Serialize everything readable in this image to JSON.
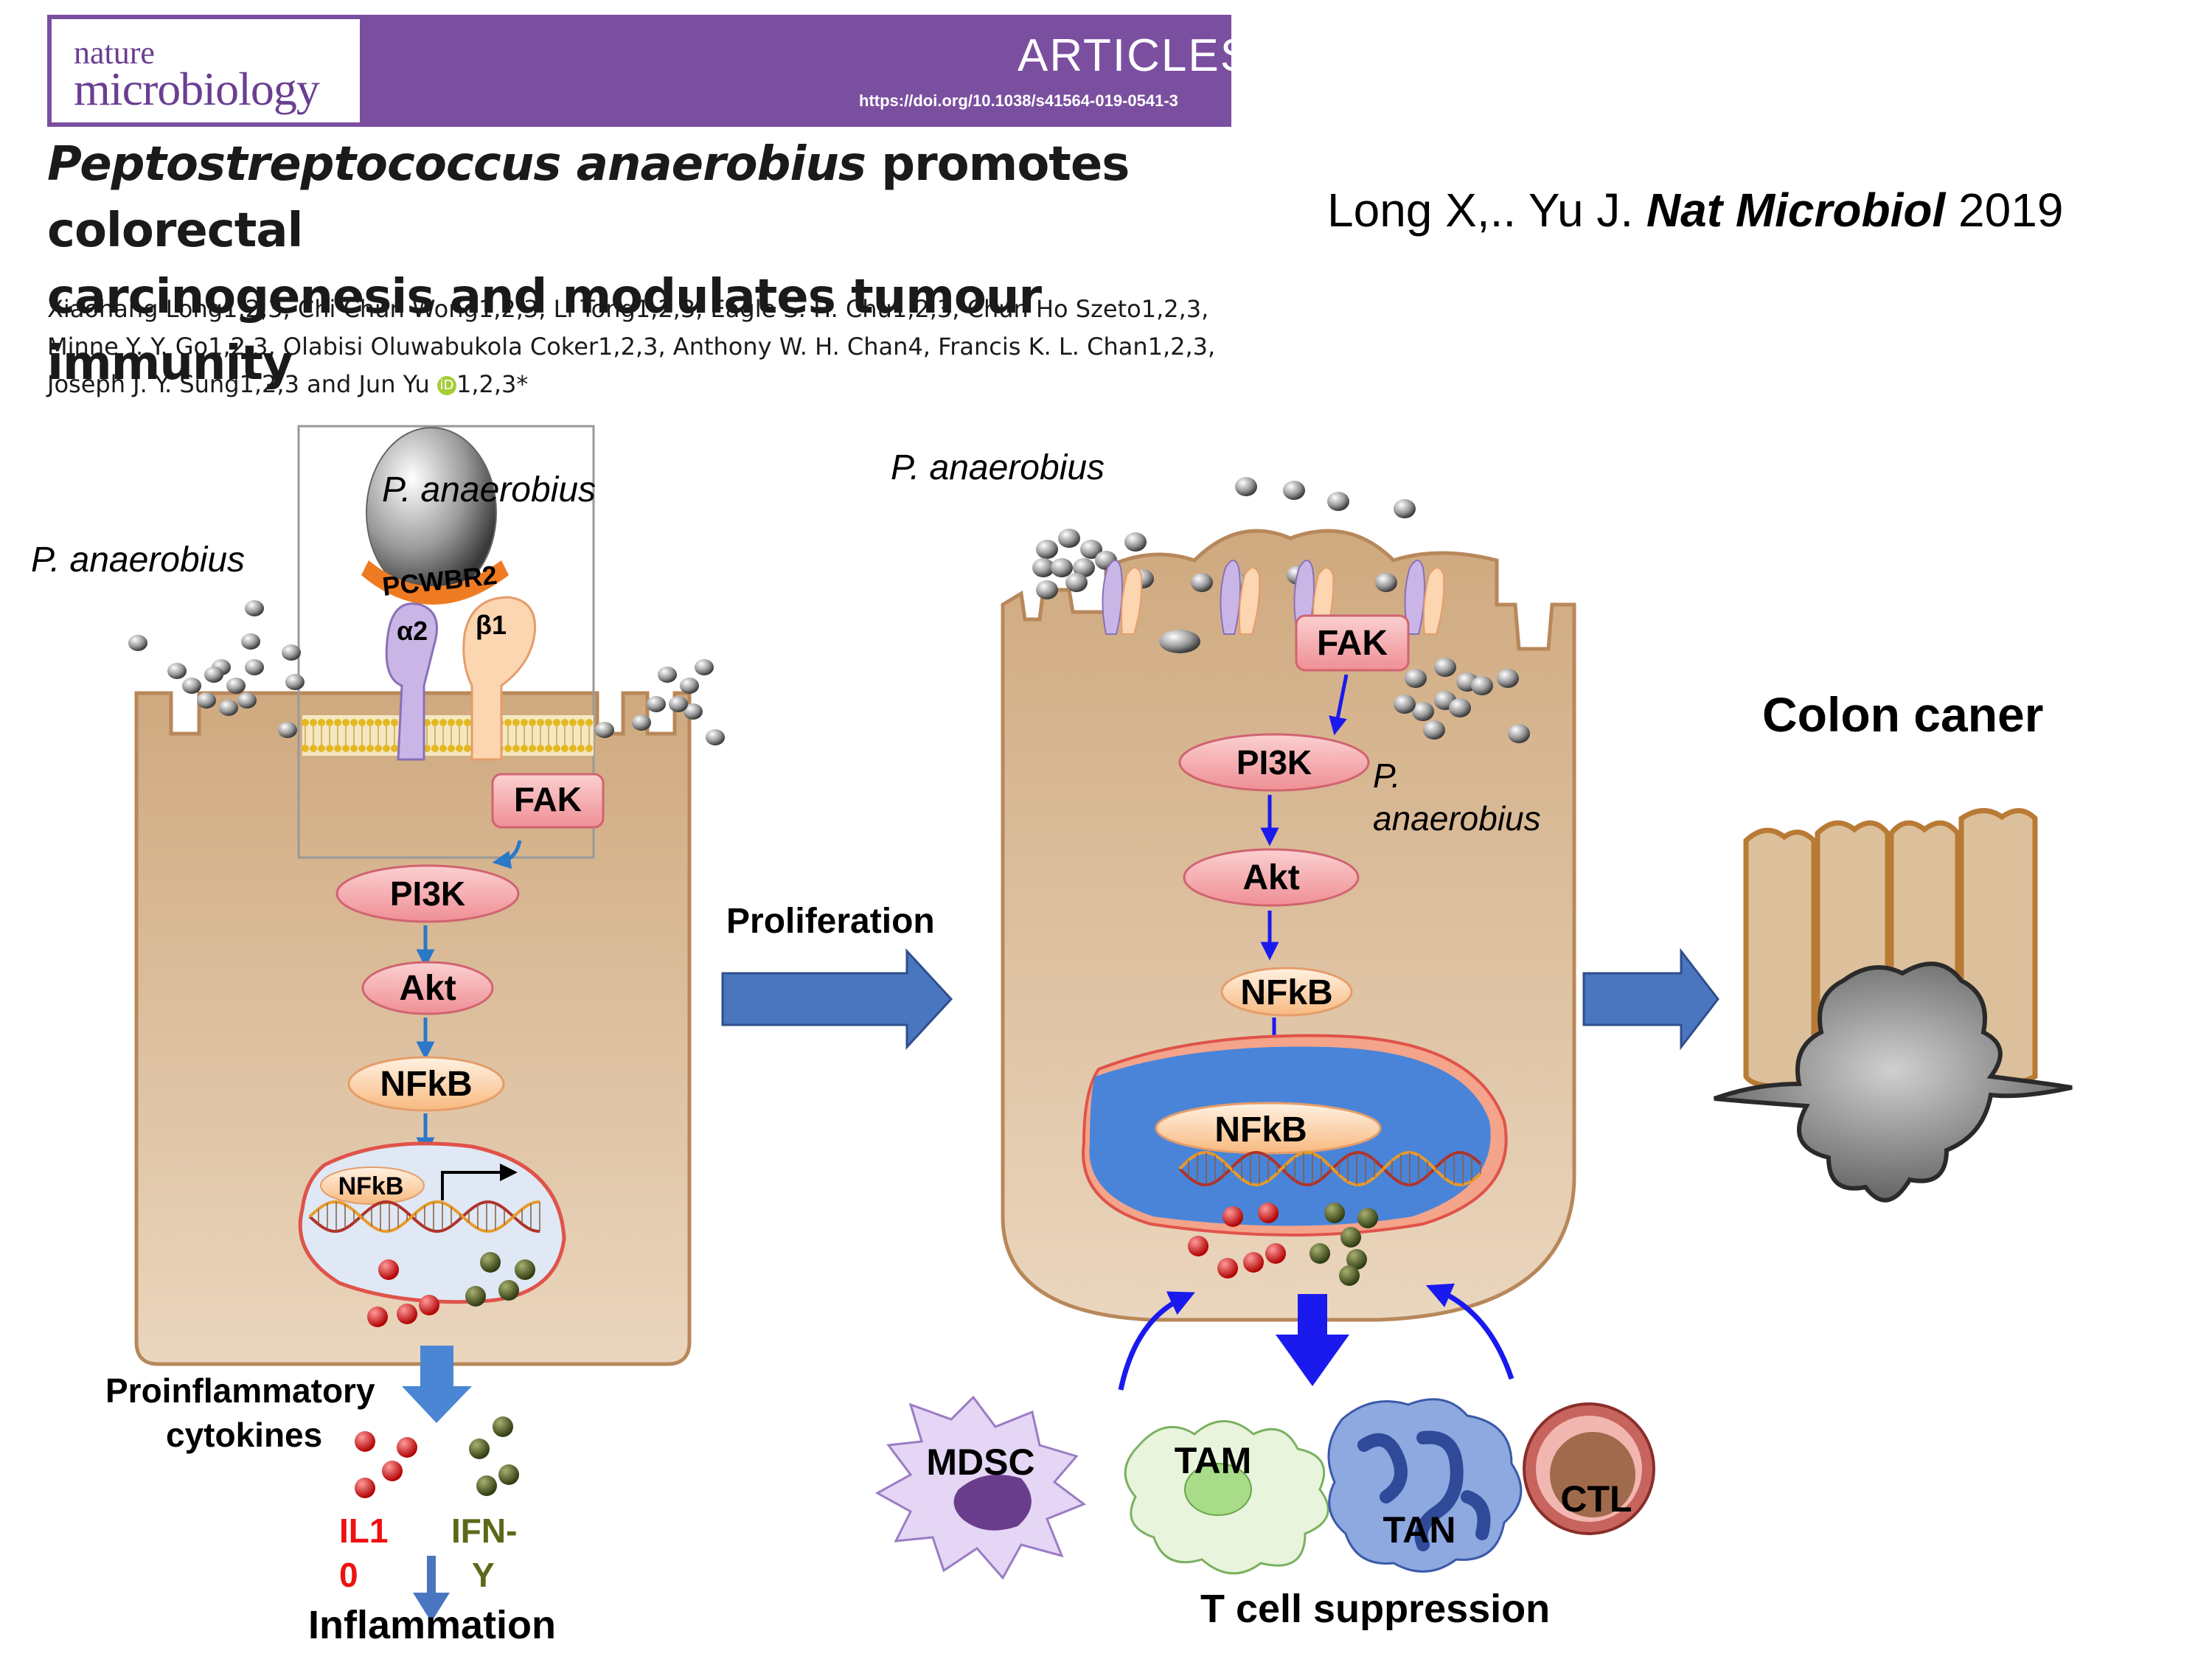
{
  "journal": {
    "logo_line1": "nature",
    "logo_line2": "microbiology",
    "section": "ARTICLES",
    "doi": "https://doi.org/10.1038/s41564-019-0541-3",
    "banner_color": "#7b4fa0"
  },
  "paper": {
    "title_italic": "Peptostreptococcus anaerobius",
    "title_rest_line1": " promotes colorectal",
    "title_line2": "carcinogenesis and modulates tumour immunity",
    "authors_line1": "Xiaohang Long1,2,3, Chi Chun Wong1,2,3, Li Tong1,2,3, Eagle S. H. Chu1,2,3, Chun Ho Szeto1,2,3,",
    "authors_line2": "Minne Y. Y. Go1,2,3, Olabisi Oluwabukola Coker1,2,3, Anthony W. H. Chan4, Francis K. L. Chan1,2,3,",
    "authors_line3": "Joseph J. Y. Sung1,2,3 and Jun Yu",
    "authors_line3_tail": "1,2,3*",
    "orcid_icon": "iD"
  },
  "citation": {
    "authors": "Long X,.. Yu J. ",
    "journal": "Nat Microbiol",
    "year": " 2019"
  },
  "panel_left": {
    "bacteria_label": "P. anaerobius",
    "inset_bacteria_label": "P. anaerobius",
    "adhesin": "PCWBR2",
    "integrin_a": "α2",
    "integrin_b": "β1",
    "fak": "FAK",
    "pi3k": "PI3K",
    "akt": "Akt",
    "nfkb": "NFkB",
    "nucleus_nfkb": "NFkB",
    "cytokines_line1": "Proinflammatory",
    "cytokines_line2": "cytokines",
    "il10_a": "IL1",
    "il10_b": "0",
    "ifn_a": "IFN-",
    "ifn_b": "Y",
    "outcome": "Inflammation"
  },
  "transition": {
    "label": "Proliferation"
  },
  "panel_middle": {
    "bacteria_label": "P. anaerobius",
    "inner_label_1": "P.",
    "inner_label_2": "anaerobius",
    "fak": "FAK",
    "pi3k": "PI3K",
    "akt": "Akt",
    "nfkb": "NFkB",
    "nucleus_nfkb": "NFkB",
    "cells": [
      "MDSC",
      "TAM",
      "TAN",
      "CTL"
    ],
    "outcome": "T cell suppression"
  },
  "panel_right": {
    "title": "Colon caner"
  },
  "colors": {
    "cell_fill": "#d7b894",
    "cell_border": "#b8885a",
    "oval_pink": "#f4a6a6",
    "oval_peach": "#fbd3a9",
    "arrow_blue": "#1a1aee",
    "big_arrow": "#4a76c0",
    "il10_red": "#ee1111",
    "ifn_green": "#5a6a1a",
    "nucleus_blue": "#4a84d8"
  }
}
